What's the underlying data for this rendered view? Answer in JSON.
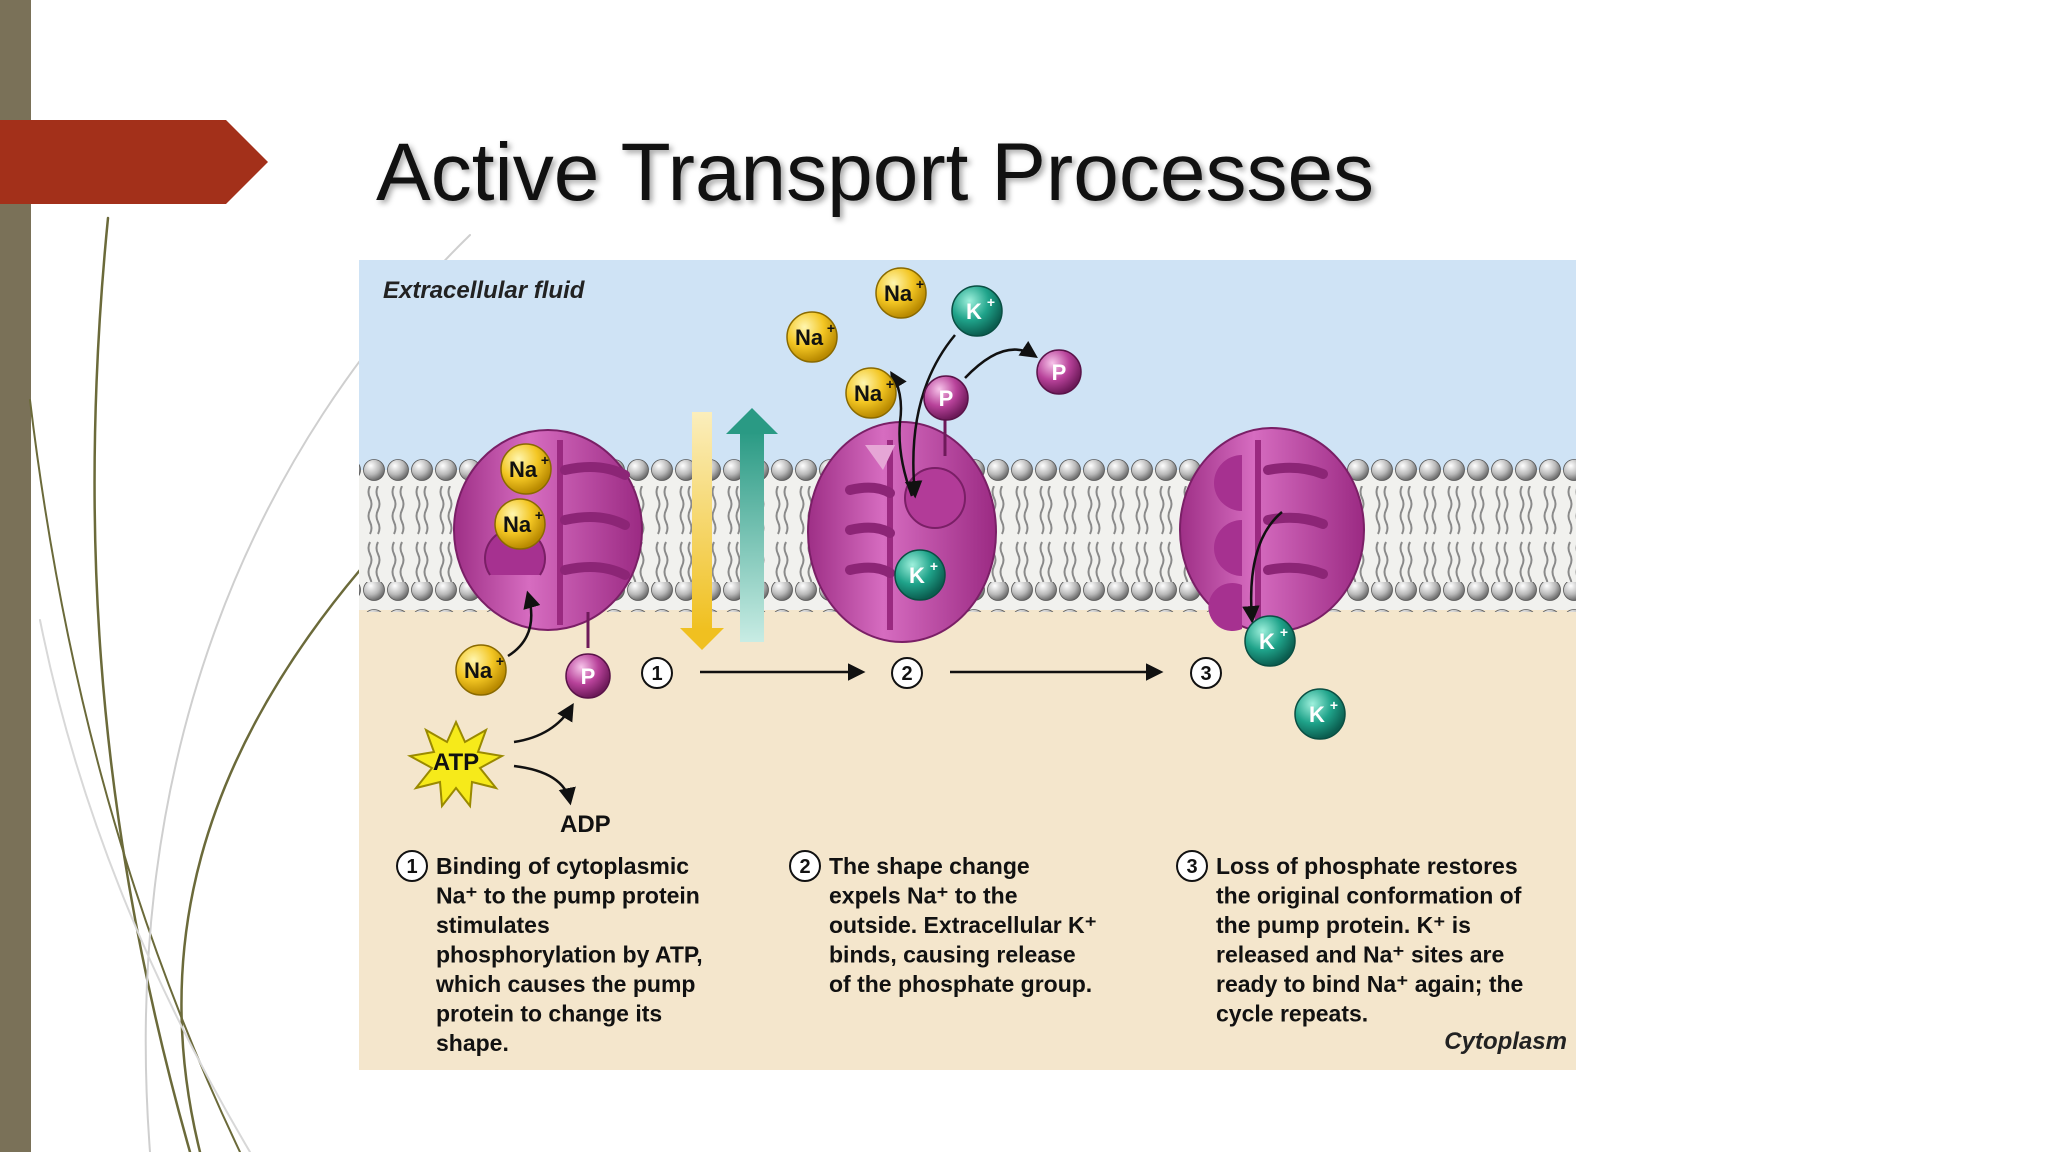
{
  "slide": {
    "title": "Active Transport Processes"
  },
  "diagram": {
    "region_top": "Extracellular fluid",
    "region_bottom": "Cytoplasm",
    "ions": {
      "na": "Na",
      "k": "K",
      "charge": "+",
      "phosphate": "P"
    },
    "atp": "ATP",
    "adp": "ADP",
    "step_numbers": [
      "1",
      "2",
      "3"
    ],
    "step1_lines": [
      "Binding of cytoplasmic",
      "Na⁺ to the pump protein",
      "stimulates",
      "phosphorylation by ATP,",
      "which causes the pump",
      "protein to change its",
      "shape."
    ],
    "step2_lines": [
      "The shape change",
      "expels Na⁺ to the",
      "outside. Extracellular K⁺",
      "binds, causing release",
      "of the phosphate group."
    ],
    "step3_lines": [
      "Loss of phosphate restores",
      "the original conformation of",
      "the pump protein. K⁺ is",
      "released and Na⁺ sites are",
      "ready to bind Na⁺ again; the",
      "cycle repeats."
    ]
  },
  "colors": {
    "side_bar": "#7a7158",
    "accent_arrow": "#a3301a",
    "extracellular": "#cfe3f5",
    "cytoplasm": "#f4e6cc",
    "protein": "#c94fae",
    "sodium": "#f3c623",
    "potassium": "#1fa38a",
    "phosphate": "#b8429a",
    "atp_burst": "#f6ea1a"
  }
}
